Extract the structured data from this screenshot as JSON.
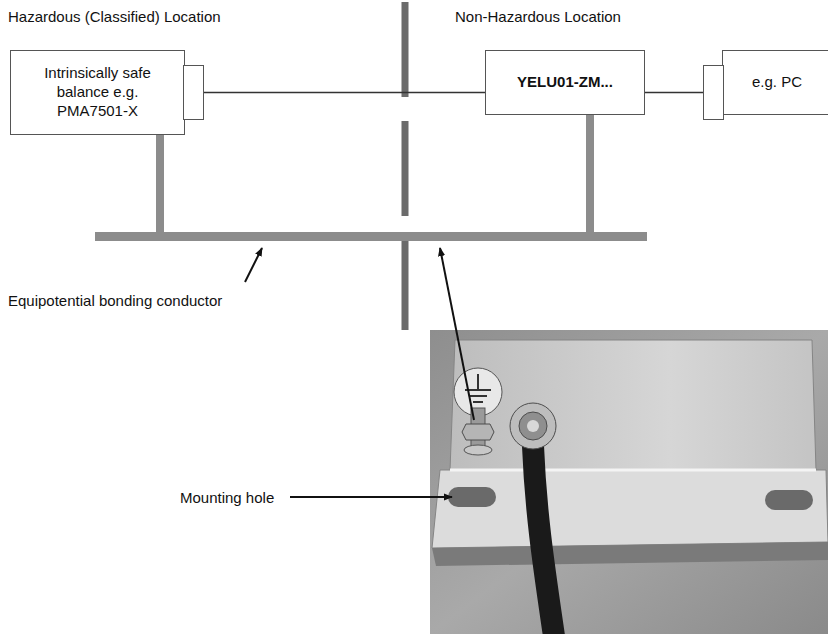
{
  "diagram": {
    "nodes": [
      {
        "text": [
          "Intrinsically safe balance e.g. PMA7501-X"
        ]
      },
      {
        "text": [
          "YELU01-ZM..."
        ]
      },
      {
        "text": [
          "e.g. PC"
        ]
      }
    ],
    "edges": [
      {
        "from": 0,
        "to": 1,
        "arrow": "none"
      },
      {
        "from": 1,
        "to": 2,
        "arrow": "none"
      }
    ],
    "labels": [
      "Hazardous (Classified) Location",
      "Non-Hazardous Location",
      "Equipotential bonding conductor",
      "Mounting hole"
    ]
  }
}
